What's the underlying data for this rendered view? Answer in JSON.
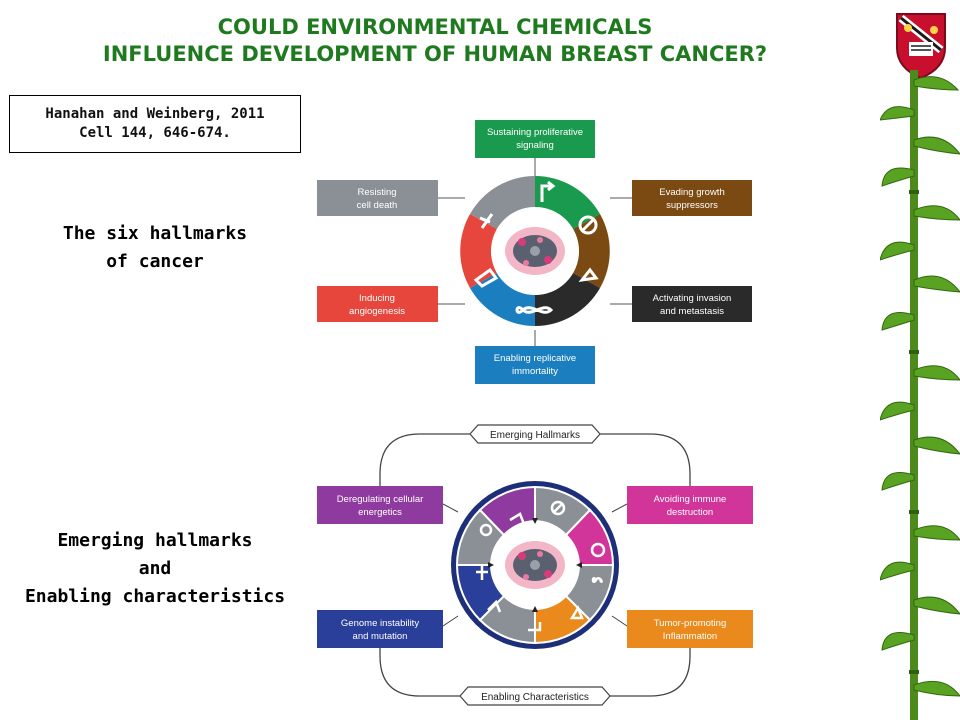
{
  "title": {
    "line1": "COULD ENVIRONMENTAL CHEMICALS",
    "line2": "INFLUENCE DEVELOPMENT OF HUMAN BREAST CANCER?"
  },
  "reference": {
    "line1": "Hanahan and Weinberg, 2011",
    "line2": "Cell 144, 646-674."
  },
  "six_hallmarks_label": {
    "line1": "The six hallmarks",
    "line2": "of cancer"
  },
  "emerging_label": {
    "line1": "Emerging hallmarks",
    "line2": "and",
    "line3": "Enabling characteristics"
  },
  "diagram_top": {
    "boxes": {
      "proliferative": {
        "line1": "Sustaining proliferative",
        "line2": "signaling",
        "color": "#1a9a4f"
      },
      "growth": {
        "line1": "Evading growth",
        "line2": "suppressors",
        "color": "#7a4a12"
      },
      "invasion": {
        "line1": "Activating invasion",
        "line2": "and metastasis",
        "color": "#2a2a2a"
      },
      "immortality": {
        "line1": "Enabling replicative",
        "line2": "immortality",
        "color": "#1b7fbf"
      },
      "angiogenesis": {
        "line1": "Inducing",
        "line2": "angiogenesis",
        "color": "#e6463b"
      },
      "cell_death": {
        "line1": "Resisting",
        "line2": "cell death",
        "color": "#8a9096"
      }
    }
  },
  "diagram_bottom": {
    "top_label": "Emerging Hallmarks",
    "bottom_label": "Enabling Characteristics",
    "boxes": {
      "energetics": {
        "line1": "Deregulating cellular",
        "line2": "energetics",
        "color": "#8e3a9e"
      },
      "immune": {
        "line1": "Avoiding immune",
        "line2": "destruction",
        "color": "#d2359a"
      },
      "genome": {
        "line1": "Genome instability",
        "line2": "and mutation",
        "color": "#2a3f9a"
      },
      "inflammation": {
        "line1": "Tumor-promoting",
        "line2": "Inflammation",
        "color": "#ea8a1c"
      }
    }
  },
  "colors": {
    "title": "#1f7a1f",
    "ring_grey": "#8a9096",
    "ring_navy": "#1e2f7a"
  }
}
